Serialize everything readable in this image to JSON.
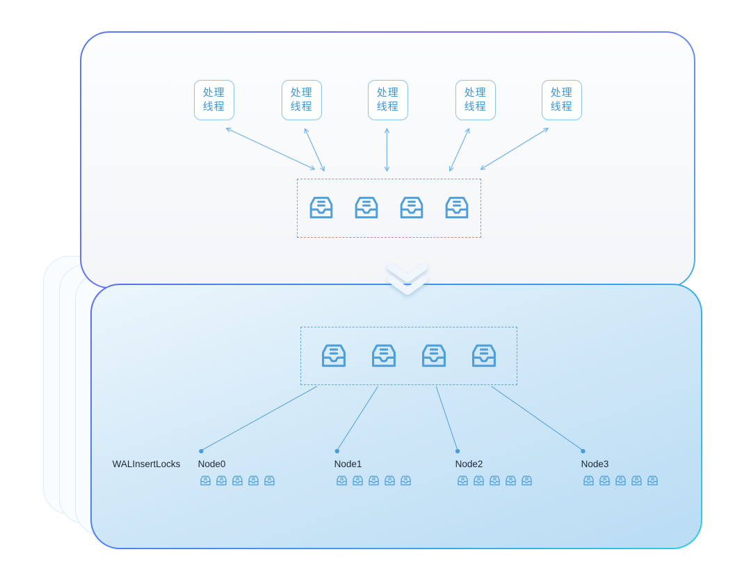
{
  "colors": {
    "accent_blue": "#3d96d6",
    "icon_blue": "#4f9fda",
    "dashed_border": "#5fa8de",
    "connector_blue": "#5aa5dc",
    "top_border_gradient": [
      "#557af0",
      "#8a65f0",
      "#49b0ea"
    ],
    "bottom_border_gradient": [
      "#5d6df0",
      "#3f97ef",
      "#2ccfdd"
    ]
  },
  "top_panel": {
    "thread_label": "处理线程",
    "thread_count": 5,
    "queue_tray_count": 4
  },
  "connector": {
    "chevron_direction": "down"
  },
  "bottom_panel": {
    "queue_tray_count": 4,
    "locks_label": "WALInsertLocks",
    "nodes": [
      {
        "label": "Node0",
        "lock_tray_count": 5
      },
      {
        "label": "Node1",
        "lock_tray_count": 5
      },
      {
        "label": "Node2",
        "lock_tray_count": 5
      },
      {
        "label": "Node3",
        "lock_tray_count": 5
      }
    ]
  }
}
